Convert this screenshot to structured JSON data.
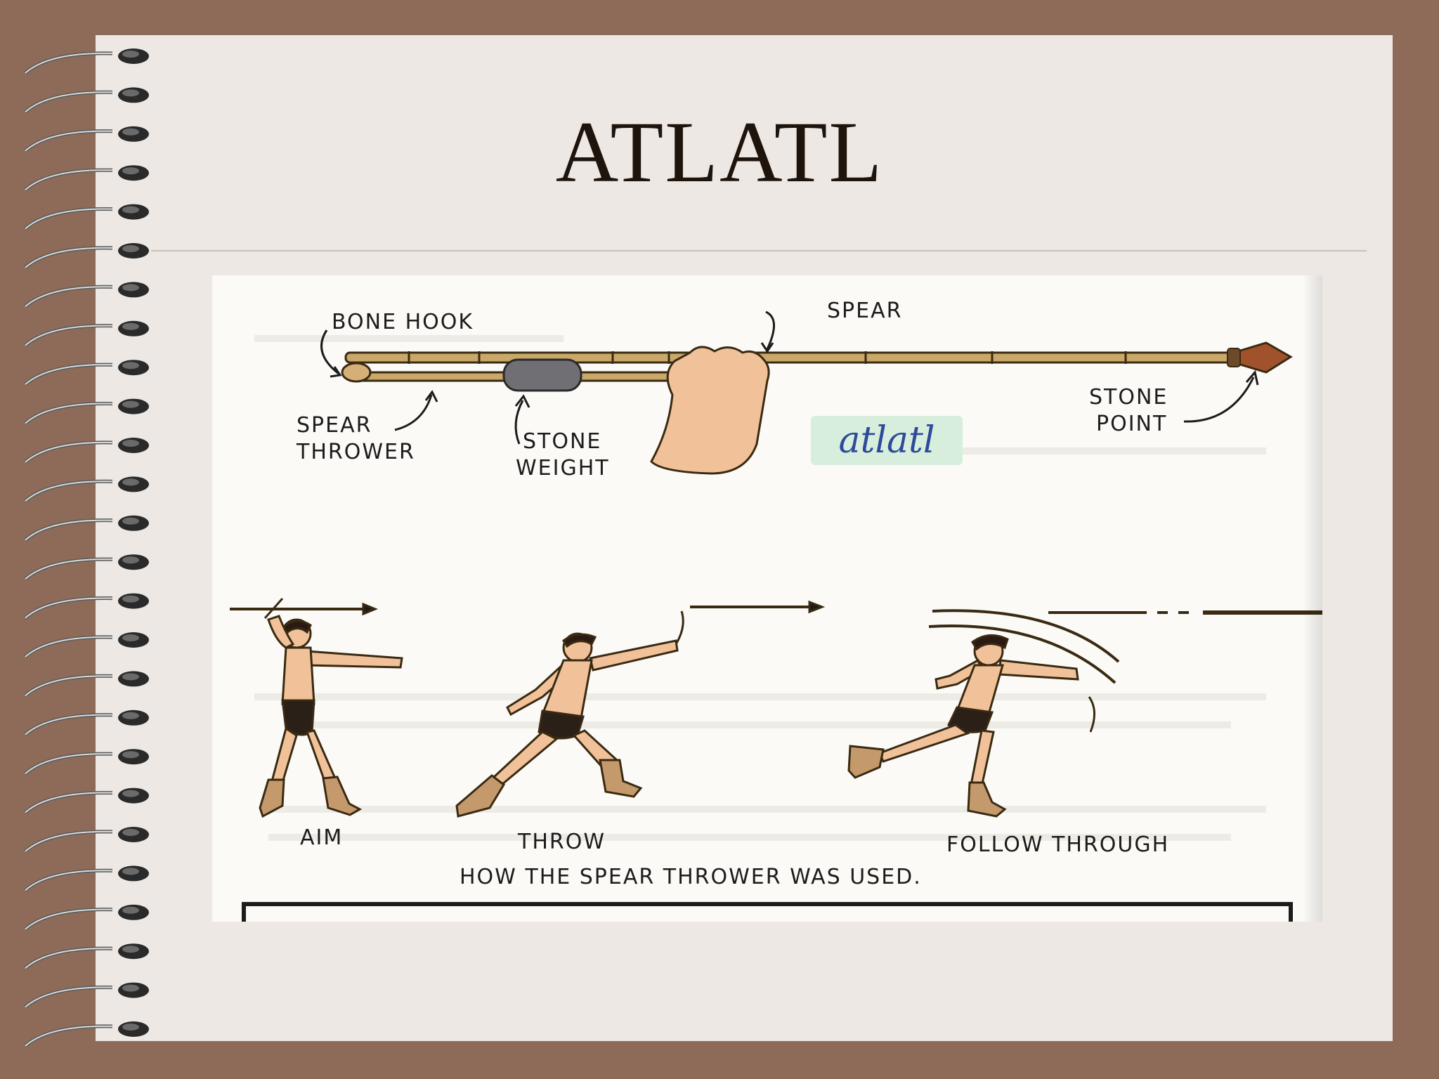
{
  "slide": {
    "title": "ATLATL"
  },
  "diagram": {
    "labels": {
      "bone_hook": "BONE HOOK",
      "spear": "SPEAR",
      "spear_thrower_line1": "SPEAR",
      "spear_thrower_line2": "THROWER",
      "stone_weight_line1": "STONE",
      "stone_weight_line2": "WEIGHT",
      "stone_point_line1": "STONE",
      "stone_point_line2": "POINT",
      "handwritten": "atlatl"
    },
    "stages": {
      "aim": "AIM",
      "throw": "THROW",
      "follow_through": "FOLLOW THROUGH"
    },
    "caption": "HOW THE SPEAR THROWER WAS USED."
  },
  "colors": {
    "background": "#8d6b58",
    "paper": "#ede8e4",
    "title": "#1f140c",
    "shaft": "#c9a86a",
    "skin": "#f1c29a",
    "boot": "#c49a6c"
  }
}
